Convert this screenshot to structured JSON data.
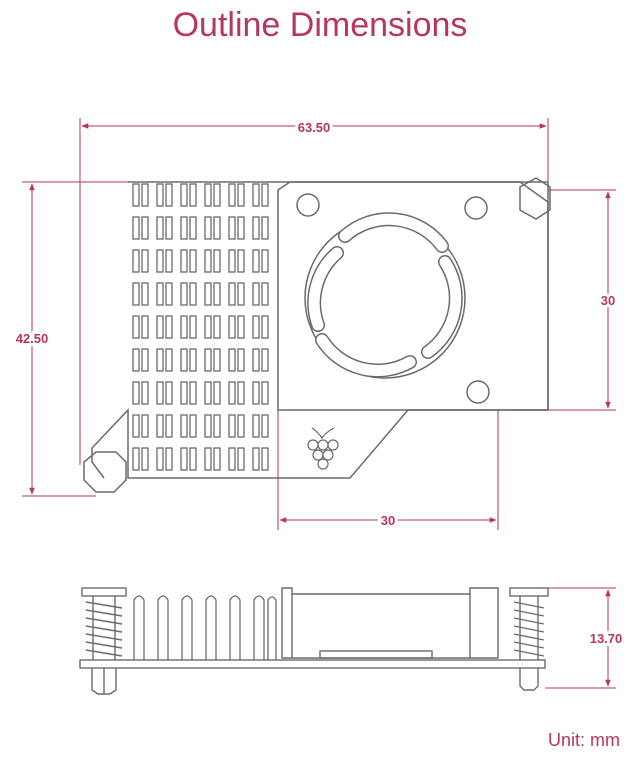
{
  "title": "Outline Dimensions",
  "dimensions": {
    "overall_width": "63.50",
    "overall_height": "42.50",
    "fan_height": "30",
    "fan_width": "30",
    "thickness": "13.70"
  },
  "unit_label": "Unit:  mm",
  "colors": {
    "accent": "#b5365e",
    "line": "#6b6b6b"
  },
  "icons": [
    "raspberry-pi-logo-icon",
    "fan-icon",
    "spring-icon"
  ]
}
